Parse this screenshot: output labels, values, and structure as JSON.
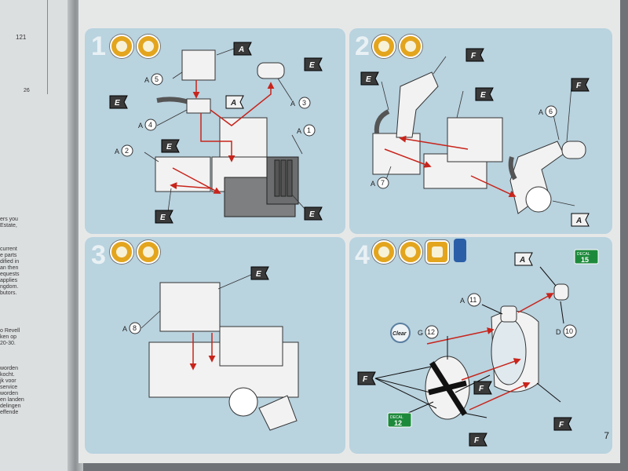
{
  "page": {
    "number": "7"
  },
  "left_page": {
    "lines": [
      "ers you",
      "Estate,",
      "current",
      "e parts",
      "dified in",
      "an then",
      "equests",
      "applies",
      "ngdom.",
      "butors.",
      "o Revell",
      "ken op",
      "20-30.",
      "worden",
      "kocht.",
      "jk voor",
      "service",
      "worden",
      "en landen",
      "delingen",
      "effende"
    ],
    "value_121": "121",
    "value_26": "26"
  },
  "steps": [
    {
      "number": "1"
    },
    {
      "number": "2"
    },
    {
      "number": "3"
    },
    {
      "number": "4"
    }
  ],
  "step1": {
    "labels": [
      {
        "letter": "A",
        "num": "5"
      },
      {
        "letter": "A",
        "num": "4"
      },
      {
        "letter": "A",
        "num": "2"
      },
      {
        "letter": "A",
        "num": "1"
      },
      {
        "letter": "A",
        "num": "3"
      }
    ],
    "flags": [
      "A",
      "E",
      "E",
      "A",
      "E",
      "E",
      "E"
    ]
  },
  "step2": {
    "labels": [
      {
        "letter": "A",
        "num": "6"
      },
      {
        "letter": "A",
        "num": "7"
      }
    ],
    "flags": [
      "F",
      "E",
      "E",
      "F",
      "A"
    ]
  },
  "step3": {
    "labels": [
      {
        "letter": "A",
        "num": "8"
      }
    ],
    "flags": [
      "E"
    ]
  },
  "step4": {
    "labels": [
      {
        "letter": "A",
        "num": "11"
      },
      {
        "letter": "G",
        "num": "12"
      },
      {
        "letter": "D",
        "num": "10"
      }
    ],
    "flags": [
      "A",
      "F",
      "F",
      "F",
      "F"
    ],
    "clear_badge": "Clear",
    "decal_word": "DECAL",
    "decals": [
      "15",
      "12"
    ]
  },
  "colors": {
    "panel": "#b9d3df",
    "flag": "#3a3a3a",
    "arrow": "#c8241b",
    "paint": "#e3a51e",
    "decal": "#1d8a3b"
  }
}
